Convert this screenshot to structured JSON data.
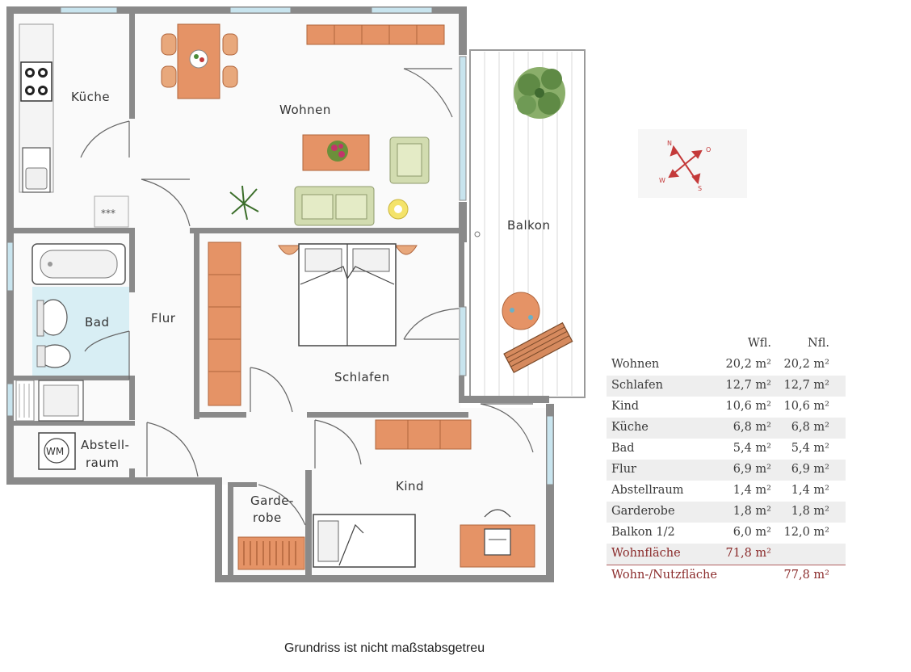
{
  "colors": {
    "wall": "#8a8a8a",
    "floor": "#fafafa",
    "tile": "#d8eef4",
    "furniture_orange": "#e59366",
    "furniture_green": "#d2dcb0",
    "compass_arrow": "#c43a3a",
    "sum_text": "#8a2a2a"
  },
  "rooms": {
    "kueche": "Küche",
    "wohnen": "Wohnen",
    "balkon": "Balkon",
    "bad": "Bad",
    "flur": "Flur",
    "schlafen": "Schlafen",
    "abstell_1": "Abstell-",
    "abstell_2": "raum",
    "kind": "Kind",
    "garde_1": "Garde-",
    "garde_2": "robe",
    "wm": "WM",
    "stars": "***"
  },
  "compass": {
    "n": "N",
    "o": "O",
    "s": "S",
    "w": "W"
  },
  "table": {
    "col_wfl": "Wfl.",
    "col_nfl": "Nfl.",
    "rows": [
      {
        "name": "Wohnen",
        "wfl": "20,2 m²",
        "nfl": "20,2 m²"
      },
      {
        "name": "Schlafen",
        "wfl": "12,7 m²",
        "nfl": "12,7 m²"
      },
      {
        "name": "Kind",
        "wfl": "10,6 m²",
        "nfl": "10,6 m²"
      },
      {
        "name": "Küche",
        "wfl": "6,8 m²",
        "nfl": "6,8 m²"
      },
      {
        "name": "Bad",
        "wfl": "5,4 m²",
        "nfl": "5,4 m²"
      },
      {
        "name": "Flur",
        "wfl": "6,9 m²",
        "nfl": "6,9 m²"
      },
      {
        "name": "Abstellraum",
        "wfl": "1,4 m²",
        "nfl": "1,4 m²"
      },
      {
        "name": "Garderobe",
        "wfl": "1,8 m²",
        "nfl": "1,8 m²"
      },
      {
        "name": "Balkon 1/2",
        "wfl": "6,0 m²",
        "nfl": "12,0 m²"
      }
    ],
    "wohnflaeche_label": "Wohnfläche",
    "wohnflaeche_value": "71,8 m²",
    "nutzflaeche_label": "Wohn-/Nutzfläche",
    "nutzflaeche_value": "77,8 m²"
  },
  "footnote": "Grundriss ist nicht maßstabsgetreu"
}
